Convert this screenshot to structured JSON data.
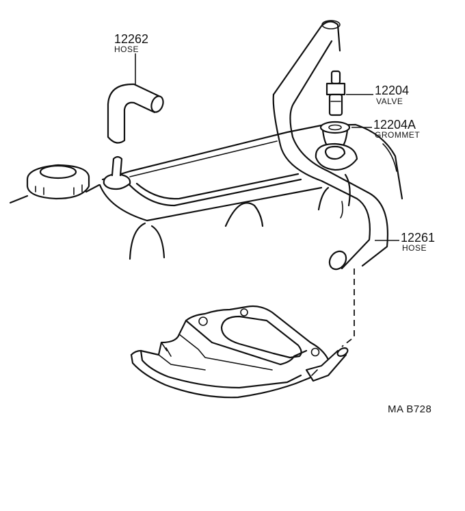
{
  "callouts": [
    {
      "id": "hose_12262",
      "number": "12262",
      "name": "HOSE"
    },
    {
      "id": "valve_12204",
      "number": "12204",
      "name": "VALVE"
    },
    {
      "id": "grommet_12204a",
      "number": "12204A",
      "name": "GROMMET"
    },
    {
      "id": "hose_12261",
      "number": "12261",
      "name": "HOSE"
    }
  ],
  "diagram_code": "MA B728"
}
